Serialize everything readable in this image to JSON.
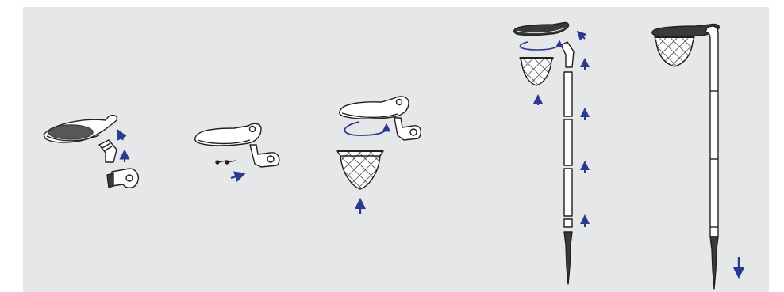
{
  "colors": {
    "background": "#ffffff",
    "panel": "#e6e7e8",
    "line": "#231f20",
    "part_fill": "#ffffff",
    "dark_fill": "#3a3a3a",
    "arrow": "#2b3a8f"
  },
  "steps": [
    {
      "id": "step-1",
      "parts": [
        "solar-lamp-head",
        "elbow-connector",
        "wall-bracket"
      ],
      "arrows": [
        "up",
        "up"
      ]
    },
    {
      "id": "step-2",
      "parts": [
        "solar-lamp-head",
        "wall-bracket",
        "screws"
      ],
      "arrows": [
        "right"
      ]
    },
    {
      "id": "step-3",
      "parts": [
        "solar-lamp-head",
        "wall-bracket",
        "basket-shade"
      ],
      "arrows": [
        "rotate",
        "up"
      ]
    },
    {
      "id": "step-4",
      "parts": [
        "solar-lamp-head",
        "basket-shade",
        "pole-sections",
        "ground-spike"
      ],
      "arrows": [
        "rotate",
        "up",
        "up",
        "up",
        "up",
        "up",
        "up"
      ]
    },
    {
      "id": "step-5",
      "parts": [
        "assembled-stake-light"
      ],
      "arrows": [
        "down"
      ]
    }
  ]
}
